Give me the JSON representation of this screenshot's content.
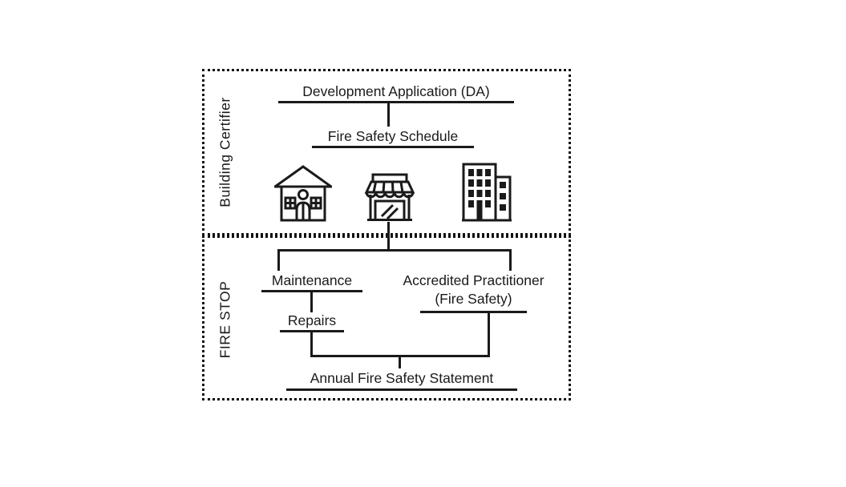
{
  "diagram": {
    "sections": {
      "building_certifier": "Building Certifier",
      "fire_stop": "FIRE STOP"
    },
    "nodes": {
      "development_application": "Development Application (DA)",
      "fire_safety_schedule": "Fire Safety Schedule",
      "maintenance": "Maintenance",
      "accredited_practitioner": "Accredited Practitioner",
      "accredited_practitioner_sub": "(Fire Safety)",
      "repairs": "Repairs",
      "annual_fire_safety_statement": "Annual Fire Safety Statement"
    },
    "icons": {
      "house": "house-icon",
      "storefront": "storefront-icon",
      "office": "office-building-icon"
    },
    "colors": {
      "ink": "#1a1a1a",
      "background": "#ffffff"
    }
  }
}
